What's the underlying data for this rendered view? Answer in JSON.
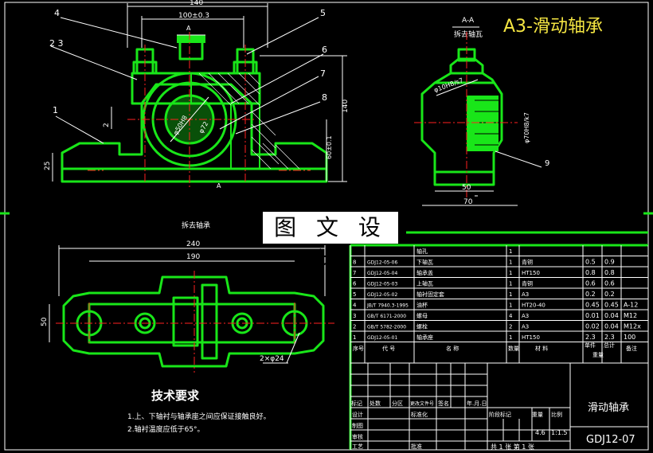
{
  "header_title": "A3-滑动轴承",
  "banner": "图 文 设 计",
  "views": {
    "side_view_label": "A-A",
    "side_view_sub": "拆去轴瓦",
    "top_view_label": "拆去轴承"
  },
  "front_dims": {
    "width_total": "140",
    "center_dist": "100±0.3",
    "height_total": "140",
    "center_height": "60±0.1",
    "base_h": "25",
    "gap": "2",
    "bore1": "φ50H8",
    "bore2": "φ72",
    "section_a_top": "A",
    "section_a_bottom": "A"
  },
  "balloons": [
    "4",
    "2 3",
    "1",
    "5",
    "6",
    "7",
    "8"
  ],
  "side_dims": {
    "fit1": "φ10H8/s7",
    "fit2": "φ70H8/k7",
    "w50": "50",
    "w70": "70",
    "balloon9": "9"
  },
  "top_dims": {
    "w240": "240",
    "w190": "190",
    "h50": "50",
    "holes": "2×φ24"
  },
  "tech_req": {
    "title": "技术要求",
    "items": [
      "1.上、下轴衬与轴承座之间应保证接触良好。",
      "2.轴衬温度应低于65°。"
    ]
  },
  "bom": {
    "rows": [
      {
        "no": "",
        "code": "",
        "name": "轴孔",
        "qty": "1",
        "mat": "",
        "w1": "",
        "w2": "",
        "note": ""
      },
      {
        "no": "8",
        "code": "GDJ12-05-06",
        "name": "下轴瓦",
        "qty": "1",
        "mat": "青铜",
        "w1": "0.5",
        "w2": "0.9",
        "note": ""
      },
      {
        "no": "7",
        "code": "GDJ12-05-04",
        "name": "轴承盖",
        "qty": "1",
        "mat": "HT150",
        "w1": "0.8",
        "w2": "0.8",
        "note": ""
      },
      {
        "no": "6",
        "code": "GDJ12-05-03",
        "name": "上轴瓦",
        "qty": "1",
        "mat": "青铜",
        "w1": "0.6",
        "w2": "0.6",
        "note": ""
      },
      {
        "no": "5",
        "code": "GDJ12-05-02",
        "name": "轴衬固定套",
        "qty": "1",
        "mat": "A3",
        "w1": "0.2",
        "w2": "0.2",
        "note": ""
      },
      {
        "no": "4",
        "code": "JB/T 7940.3-1995",
        "name": "油杯",
        "qty": "1",
        "mat": "HT20-40",
        "w1": "0.45",
        "w2": "0.45",
        "note": "A-12"
      },
      {
        "no": "3",
        "code": "GB/T 6171-2000",
        "name": "螺母",
        "qty": "4",
        "mat": "A3",
        "w1": "0.01",
        "w2": "0.04",
        "note": "M12"
      },
      {
        "no": "2",
        "code": "GB/T 5782-2000",
        "name": "螺栓",
        "qty": "2",
        "mat": "A3",
        "w1": "0.02",
        "w2": "0.04",
        "note": "M12x"
      },
      {
        "no": "1",
        "code": "GDJ12-05-01",
        "name": "轴承座",
        "qty": "1",
        "mat": "HT150",
        "w1": "2.3",
        "w2": "2.3",
        "note": "100"
      }
    ],
    "header": {
      "no": "序号",
      "code": "代    号",
      "name": "名    称",
      "qty": "数量",
      "mat": "材    料",
      "w1": "单件",
      "w2": "总计",
      "weight": "重量",
      "note": "备注"
    }
  },
  "title_block": {
    "drawing_name": "滑动轴承",
    "drawing_code": "GDJ12-07",
    "labels": {
      "mark": "标记",
      "count": "处数",
      "zone": "分区",
      "doc": "更改文件号",
      "sign": "签名",
      "date": "年.月.日",
      "design": "设计",
      "std": "标准化",
      "draw": "制图",
      "check": "审核",
      "craft": "工艺",
      "approve": "批准",
      "stage": "阶段标记",
      "weight": "重量",
      "scale": "比例",
      "sheets": "共 1 张  第 1 张"
    },
    "weight_val": "4.6",
    "scale_val": "1:1.5"
  }
}
